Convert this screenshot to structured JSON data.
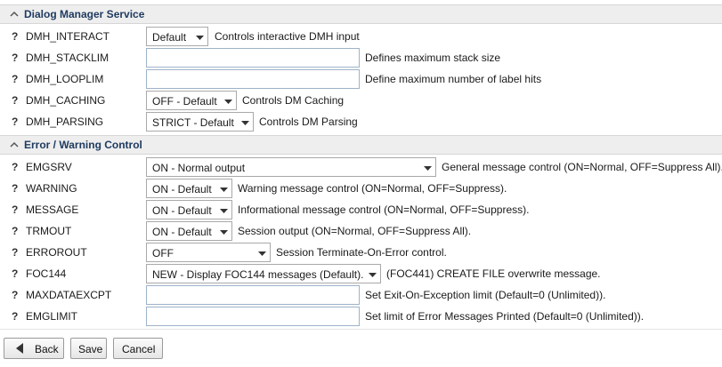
{
  "sections": {
    "dms": {
      "title": "Dialog Manager Service"
    },
    "err": {
      "title": "Error / Warning Control"
    }
  },
  "help_glyph": "?",
  "rows": {
    "dmh_interact": {
      "name": "DMH_INTERACT",
      "value": "Default",
      "desc": "Controls interactive DMH input"
    },
    "dmh_stacklim": {
      "name": "DMH_STACKLIM",
      "value": "",
      "desc": "Defines maximum stack size"
    },
    "dmh_looplim": {
      "name": "DMH_LOOPLIM",
      "value": "",
      "desc": "Define maximum number of label hits"
    },
    "dmh_caching": {
      "name": "DMH_CACHING",
      "value": "OFF - Default",
      "desc": "Controls DM Caching"
    },
    "dmh_parsing": {
      "name": "DMH_PARSING",
      "value": "STRICT - Default",
      "desc": "Controls DM Parsing"
    },
    "emgsrv": {
      "name": "EMGSRV",
      "value": "ON - Normal output",
      "desc": "General message control (ON=Normal, OFF=Suppress All)."
    },
    "warning": {
      "name": "WARNING",
      "value": "ON - Default",
      "desc": "Warning message control (ON=Normal, OFF=Suppress)."
    },
    "message": {
      "name": "MESSAGE",
      "value": "ON - Default",
      "desc": "Informational message control (ON=Normal, OFF=Suppress)."
    },
    "trmout": {
      "name": "TRMOUT",
      "value": "ON - Default",
      "desc": "Session output (ON=Normal, OFF=Suppress All)."
    },
    "errorout": {
      "name": "ERROROUT",
      "value": "OFF",
      "desc": "Session Terminate-On-Error control."
    },
    "foc144": {
      "name": "FOC144",
      "value": "NEW - Display FOC144 messages (Default).",
      "desc": "(FOC441) CREATE FILE overwrite message."
    },
    "maxdataexcpt": {
      "name": "MAXDATAEXCPT",
      "value": "",
      "desc": "Set Exit-On-Exception limit (Default=0 (Unlimited))."
    },
    "emglimit": {
      "name": "EMGLIMIT",
      "value": "",
      "desc": "Set limit of Error Messages Printed (Default=0 (Unlimited))."
    }
  },
  "buttons": {
    "back": "Back",
    "save": "Save",
    "cancel": "Cancel"
  },
  "colors": {
    "section_bg": "#eeeeee",
    "section_title": "#1f3b60",
    "input_border": "#9db3c8"
  }
}
